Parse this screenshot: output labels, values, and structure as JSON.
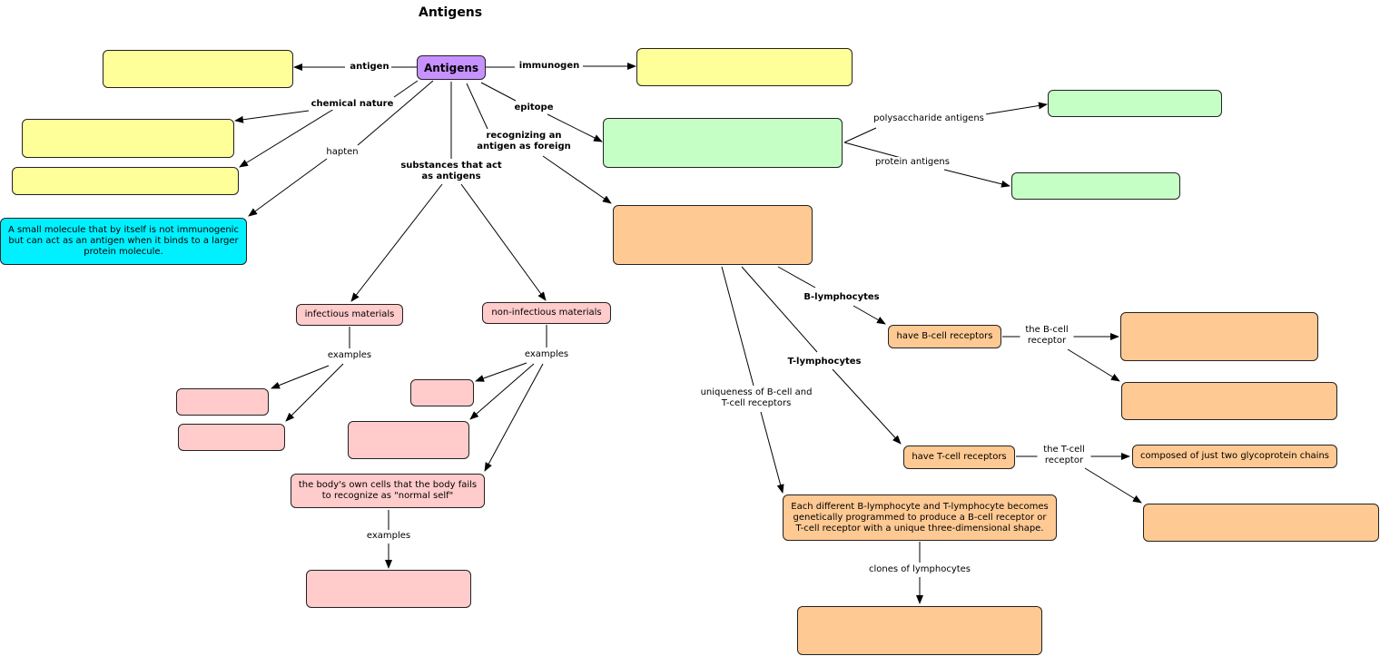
{
  "title": "Antigens",
  "nodes": {
    "root": "Antigens",
    "hapten_def": "A small molecule that by itself is not immunogenic but can act as an antigen when it binds to a larger protein molecule.",
    "infectious": "infectious materials",
    "non_infectious": "non-infectious materials",
    "body_cells": "the body's own cells that the body fails to recognize as \"normal self\"",
    "b_receptors": "have B-cell receptors",
    "t_receptors": "have T-cell receptors",
    "two_chains": "composed of just two glycoprotein chains",
    "unique_shape": "Each different B-lymphocyte and T-lymphocyte becomes genetically programmed to produce a B-cell receptor or T-cell receptor with a unique three-dimensional shape."
  },
  "links": {
    "antigen": "antigen",
    "immunogen": "immunogen",
    "chemical_nature": "chemical nature",
    "hapten": "hapten",
    "epitope": "epitope",
    "recognizing": "recognizing an antigen as foreign",
    "substances": "substances that act as antigens",
    "polysaccharide": "polysaccharide antigens",
    "protein": "protein antigens",
    "b_lymph": "B-lymphocytes",
    "t_lymph": "T-lymphocytes",
    "uniqueness": "uniqueness of B-cell and T-cell receptors",
    "b_cell_receptor": "the B-cell receptor",
    "t_cell_receptor": "the T-cell receptor",
    "examples_1": "examples",
    "examples_2": "examples",
    "examples_3": "examples",
    "clones": "clones of lymphocytes"
  },
  "colors": {
    "yellow": "#ffff99",
    "green": "#c6ffc6",
    "orange": "#ffc993",
    "pink": "#ffcbcb",
    "cyan": "#00f0ff",
    "purple": "#c792ff"
  }
}
